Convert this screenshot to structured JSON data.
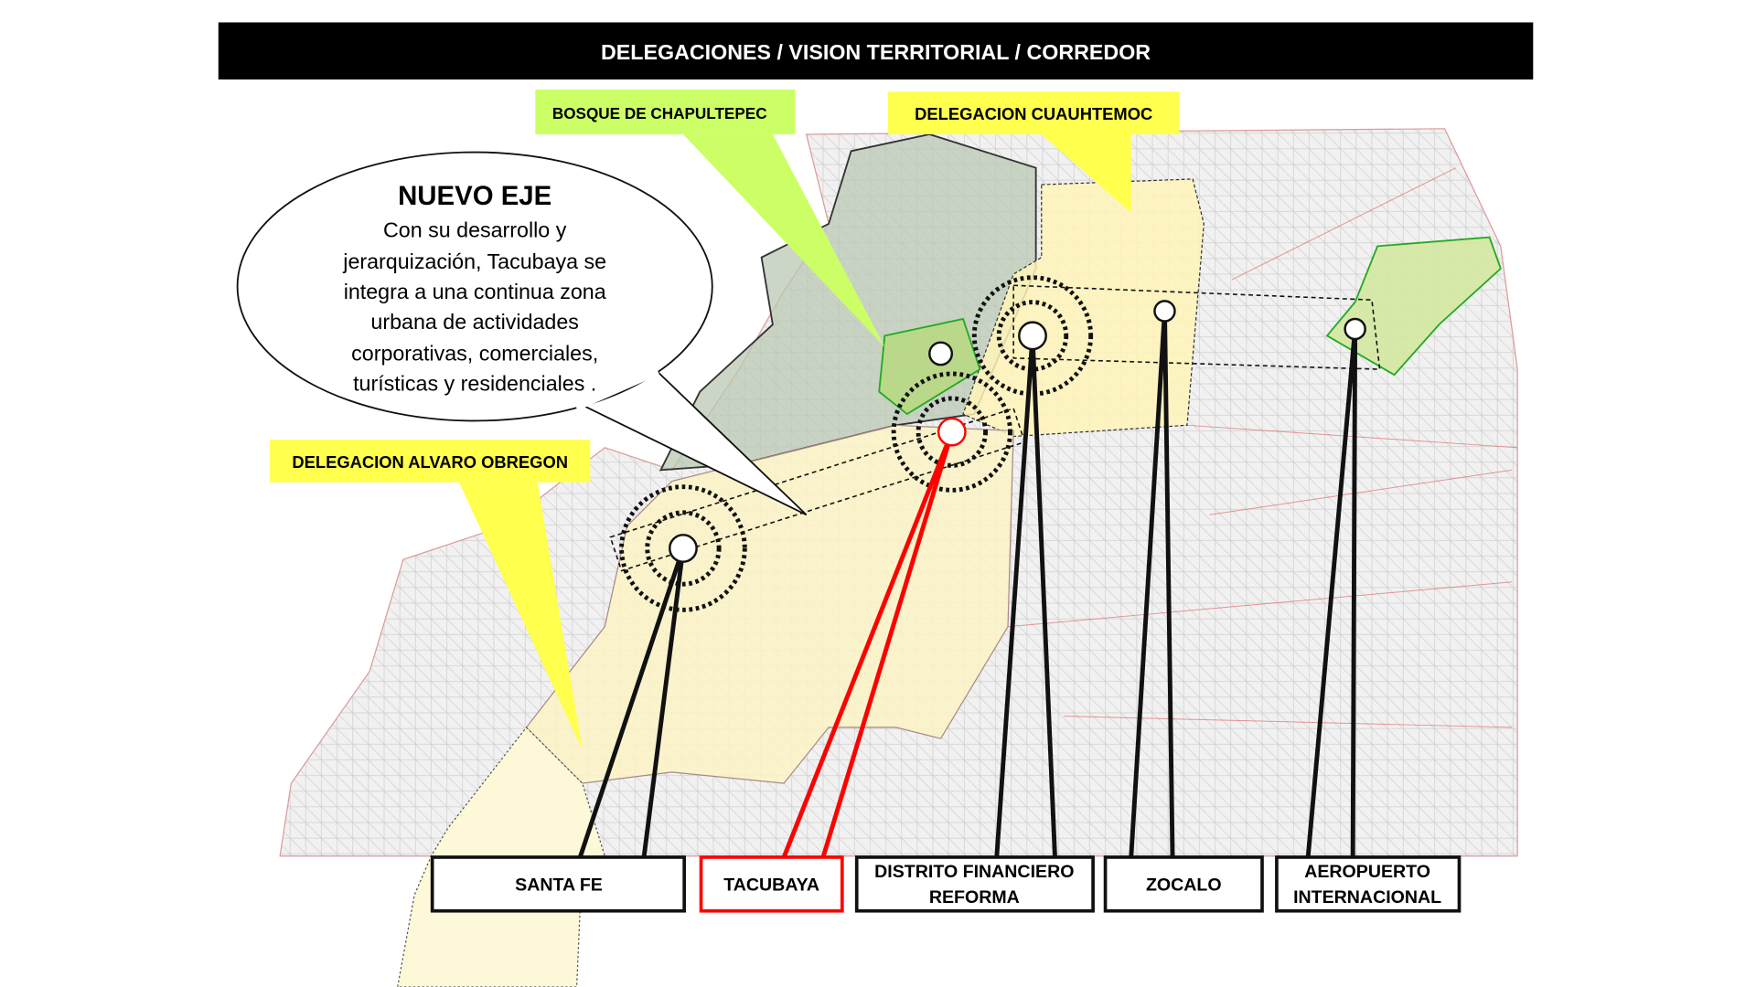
{
  "title": "DELEGACIONES / VISION TERRITORIAL / CORREDOR",
  "callouts": {
    "bosque": "BOSQUE DE CHAPULTEPEC",
    "cuauhtemoc": "DELEGACION CUAUHTEMOC",
    "alvaro_obregon": "DELEGACION ALVARO OBREGON"
  },
  "bubble": {
    "heading": "NUEVO EJE",
    "lines": [
      "Con su desarrollo y",
      "jerarquización, Tacubaya se",
      "integra a una continua zona",
      "urbana de actividades",
      "corporativas, comerciales,",
      "turísticas y residenciales ."
    ]
  },
  "nodes": [
    {
      "line1": "SANTA FE",
      "line2": ""
    },
    {
      "line1": "TACUBAYA",
      "line2": ""
    },
    {
      "line1": "DISTRITO FINANCIERO",
      "line2": "REFORMA"
    },
    {
      "line1": "ZOCALO",
      "line2": ""
    },
    {
      "line1": "AEROPUERTO",
      "line2": "INTERNACIONAL"
    }
  ],
  "colors": {
    "title_bg": "#000000",
    "bosque": "#ccff66",
    "yellow": "#ffff4d",
    "highlight": "#ff0000"
  }
}
